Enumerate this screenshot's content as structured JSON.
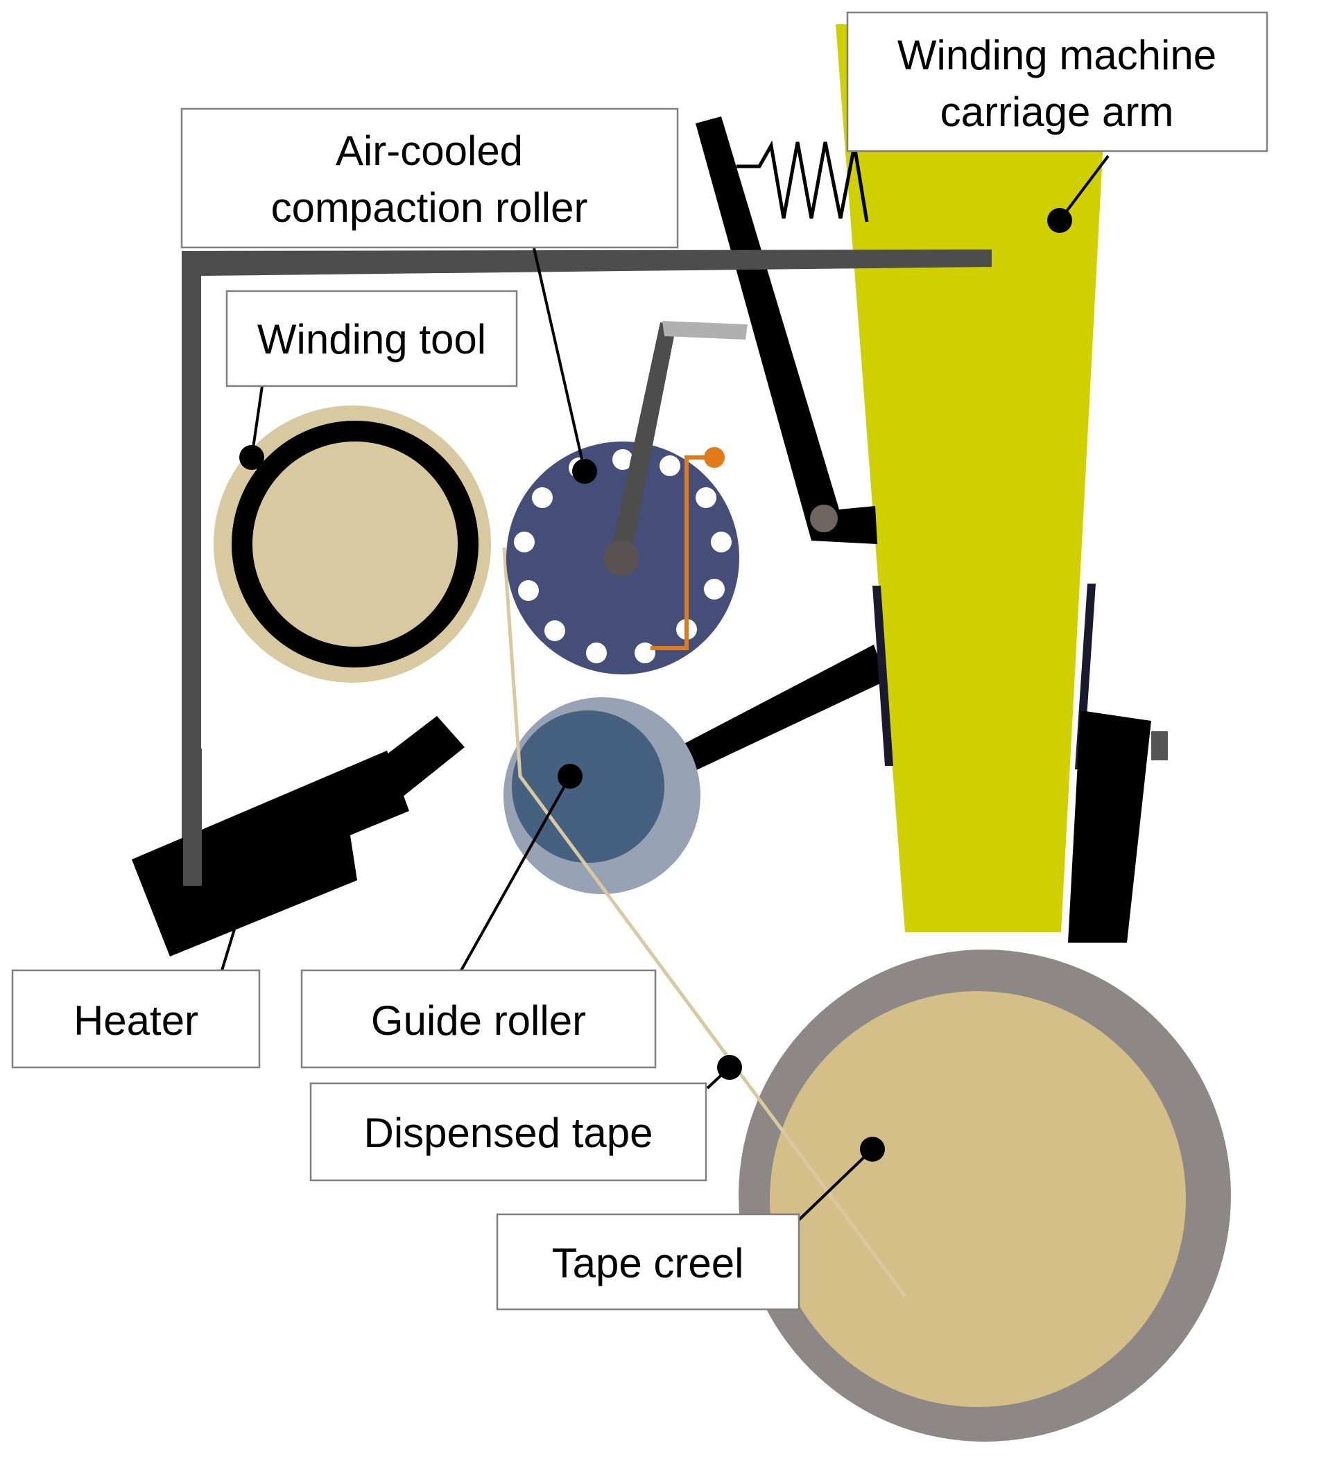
{
  "labels": {
    "carriage_arm": [
      "Winding machine",
      "carriage arm"
    ],
    "compaction_roller": [
      "Air-cooled",
      "compaction roller"
    ],
    "winding_tool": "Winding tool",
    "heater": "Heater",
    "guide_roller": "Guide roller",
    "dispensed_tape": "Dispensed tape",
    "tape_creel": "Tape creel"
  },
  "colors": {
    "carriage_arm": "#d0d000",
    "compaction_roller": "#454e78",
    "roller_holes": "#ffffff",
    "guide_roller_outer": "#97a2b4",
    "guide_roller_inner": "#46617f",
    "creel_outer": "#8d8885",
    "creel_inner": "#d5bf88",
    "tape": "#d8c9a0",
    "frame": "#4d4d4d",
    "sensor_wire": "#e07a1a",
    "parts": "#000000"
  }
}
